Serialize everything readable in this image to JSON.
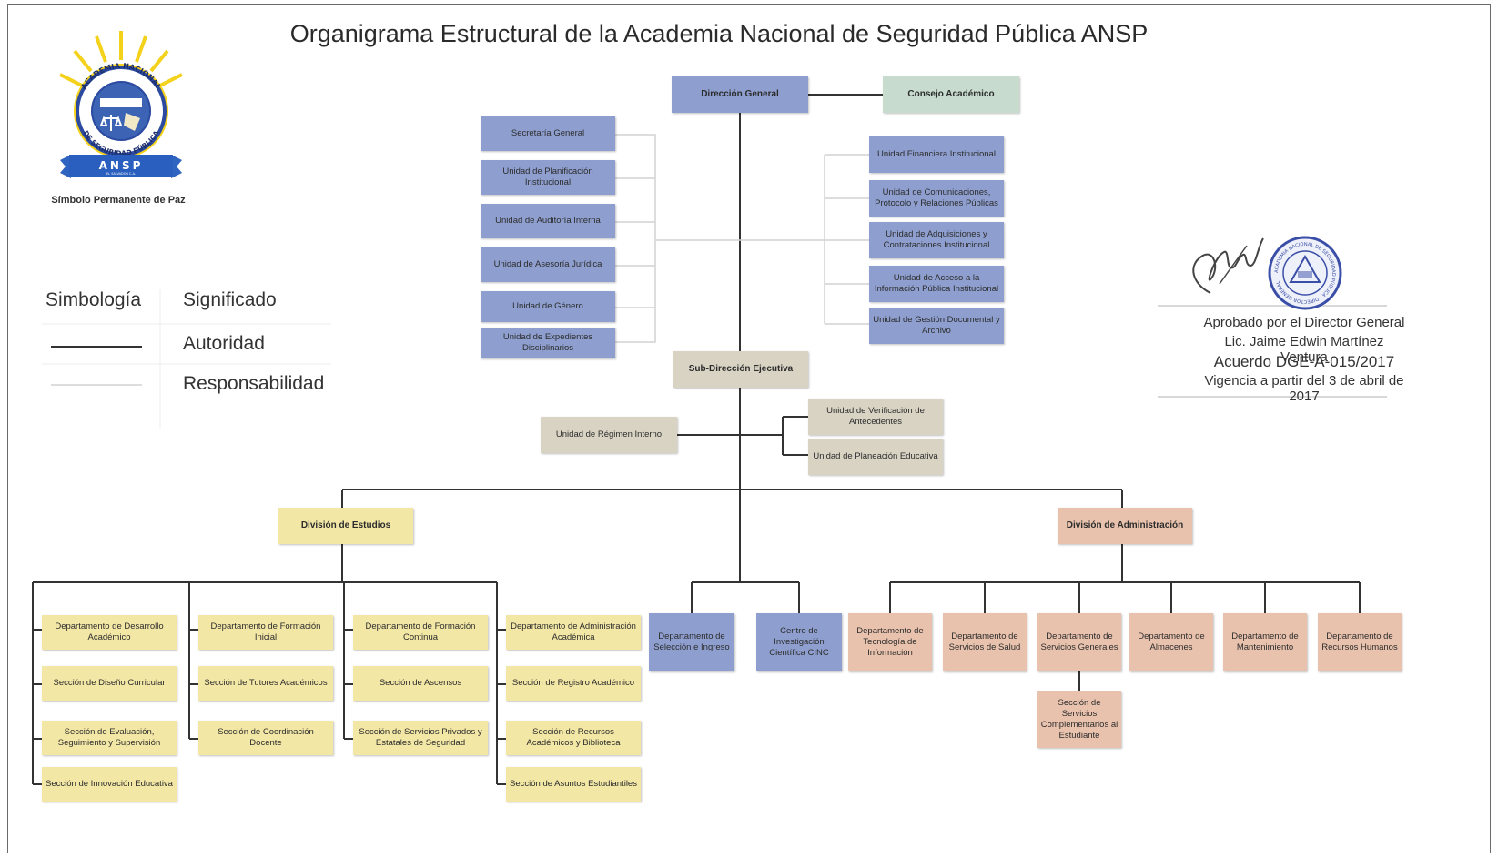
{
  "title": "Organigrama Estructural de la Academia Nacional de Seguridad Pública ANSP",
  "logo": {
    "ring_text_top": "ACADEMIA NACIONAL",
    "ring_text_bottom": "DE SEGURIDAD PÚBLICA",
    "ribbon": "ANSP",
    "ribbon_sub": "EL SALVADOR C.A.",
    "caption": "Símbolo Permanente de Paz"
  },
  "legend": {
    "col1": "Simbología",
    "col2": "Significado",
    "row1": "Autoridad",
    "row2": "Responsabilidad"
  },
  "approval": {
    "line1": "Aprobado por el Director General",
    "line2": "Lic. Jaime Edwin Martínez Ventura",
    "line3": "Acuerdo DGE-A-015/2017",
    "line4": "Vigencia a partir del 3 de abril de 2017",
    "seal_text": "ACADEMIA NACIONAL DE SEGURIDAD PÚBLICA · DIRECTOR GENERAL"
  },
  "nodes": {
    "direccion_general": "Dirección General",
    "consejo_academico": "Consejo Académico",
    "secretaria_general": "Secretaría General",
    "planificacion": "Unidad de Planificación Institucional",
    "auditoria": "Unidad de Auditoría Interna",
    "asesoria": "Unidad de Asesoría Jurídica",
    "genero": "Unidad de Género",
    "expedientes": "Unidad de Expedientes Disciplinarios",
    "financiera": "Unidad Financiera Institucional",
    "comunicaciones": "Unidad de Comunicaciones, Protocolo y Relaciones Públicas",
    "adquisiciones": "Unidad de Adquisiciones y Contrataciones Institucional",
    "acceso_info": "Unidad de Acceso a la Información Pública Institucional",
    "gestion_documental": "Unidad de Gestión Documental y Archivo",
    "subdireccion": "Sub-Dirección Ejecutiva",
    "regimen_interno": "Unidad de Régimen Interno",
    "verificacion": "Unidad de Verificación de Antecedentes",
    "planeacion_educativa": "Unidad de Planeación Educativa",
    "division_estudios": "División de Estudios",
    "division_administracion": "División de Administración",
    "depto_desarrollo": "Departamento de Desarrollo Académico",
    "seccion_diseno": "Sección de Diseño Curricular",
    "seccion_evaluacion": "Sección de Evaluación, Seguimiento y Supervisión",
    "seccion_innovacion": "Sección de Innovación Educativa",
    "depto_formacion_inicial": "Departamento de Formación Inicial",
    "seccion_tutores": "Sección de Tutores Académicos",
    "seccion_coordinacion": "Sección de Coordinación Docente",
    "depto_formacion_continua": "Departamento de Formación Continua",
    "seccion_ascensos": "Sección de Ascensos",
    "seccion_servicios_privados": "Sección de Servicios Privados y Estatales de Seguridad",
    "depto_admin_academica": "Departamento de Administración Académica",
    "seccion_registro": "Sección de Registro Académico",
    "seccion_recursos": "Sección de Recursos Académicos y Biblioteca",
    "seccion_asuntos": "Sección de Asuntos Estudiantiles",
    "depto_seleccion": "Departamento de Selección e Ingreso",
    "centro_investigacion": "Centro de Investigación Científica CINC",
    "depto_tecnologia": "Departamento de Tecnología de Información",
    "depto_salud": "Departamento de Servicios de Salud",
    "depto_servicios_generales": "Departamento de Servicios Generales",
    "depto_almacenes": "Departamento de Almacenes",
    "depto_mantenimiento": "Departamento de Mantenimiento",
    "depto_rrhh": "Departamento de Recursos Humanos",
    "seccion_complementarios": "Sección de Servicios Complementarios al Estudiante"
  },
  "colors": {
    "blue": "#8e9fcf",
    "green": "#c7dccf",
    "gray": "#d8d3c3",
    "yellow": "#f3e7a6",
    "salmon": "#e9c2ad",
    "authority_line": "#333333",
    "responsibility_line": "#d2d2d2"
  }
}
